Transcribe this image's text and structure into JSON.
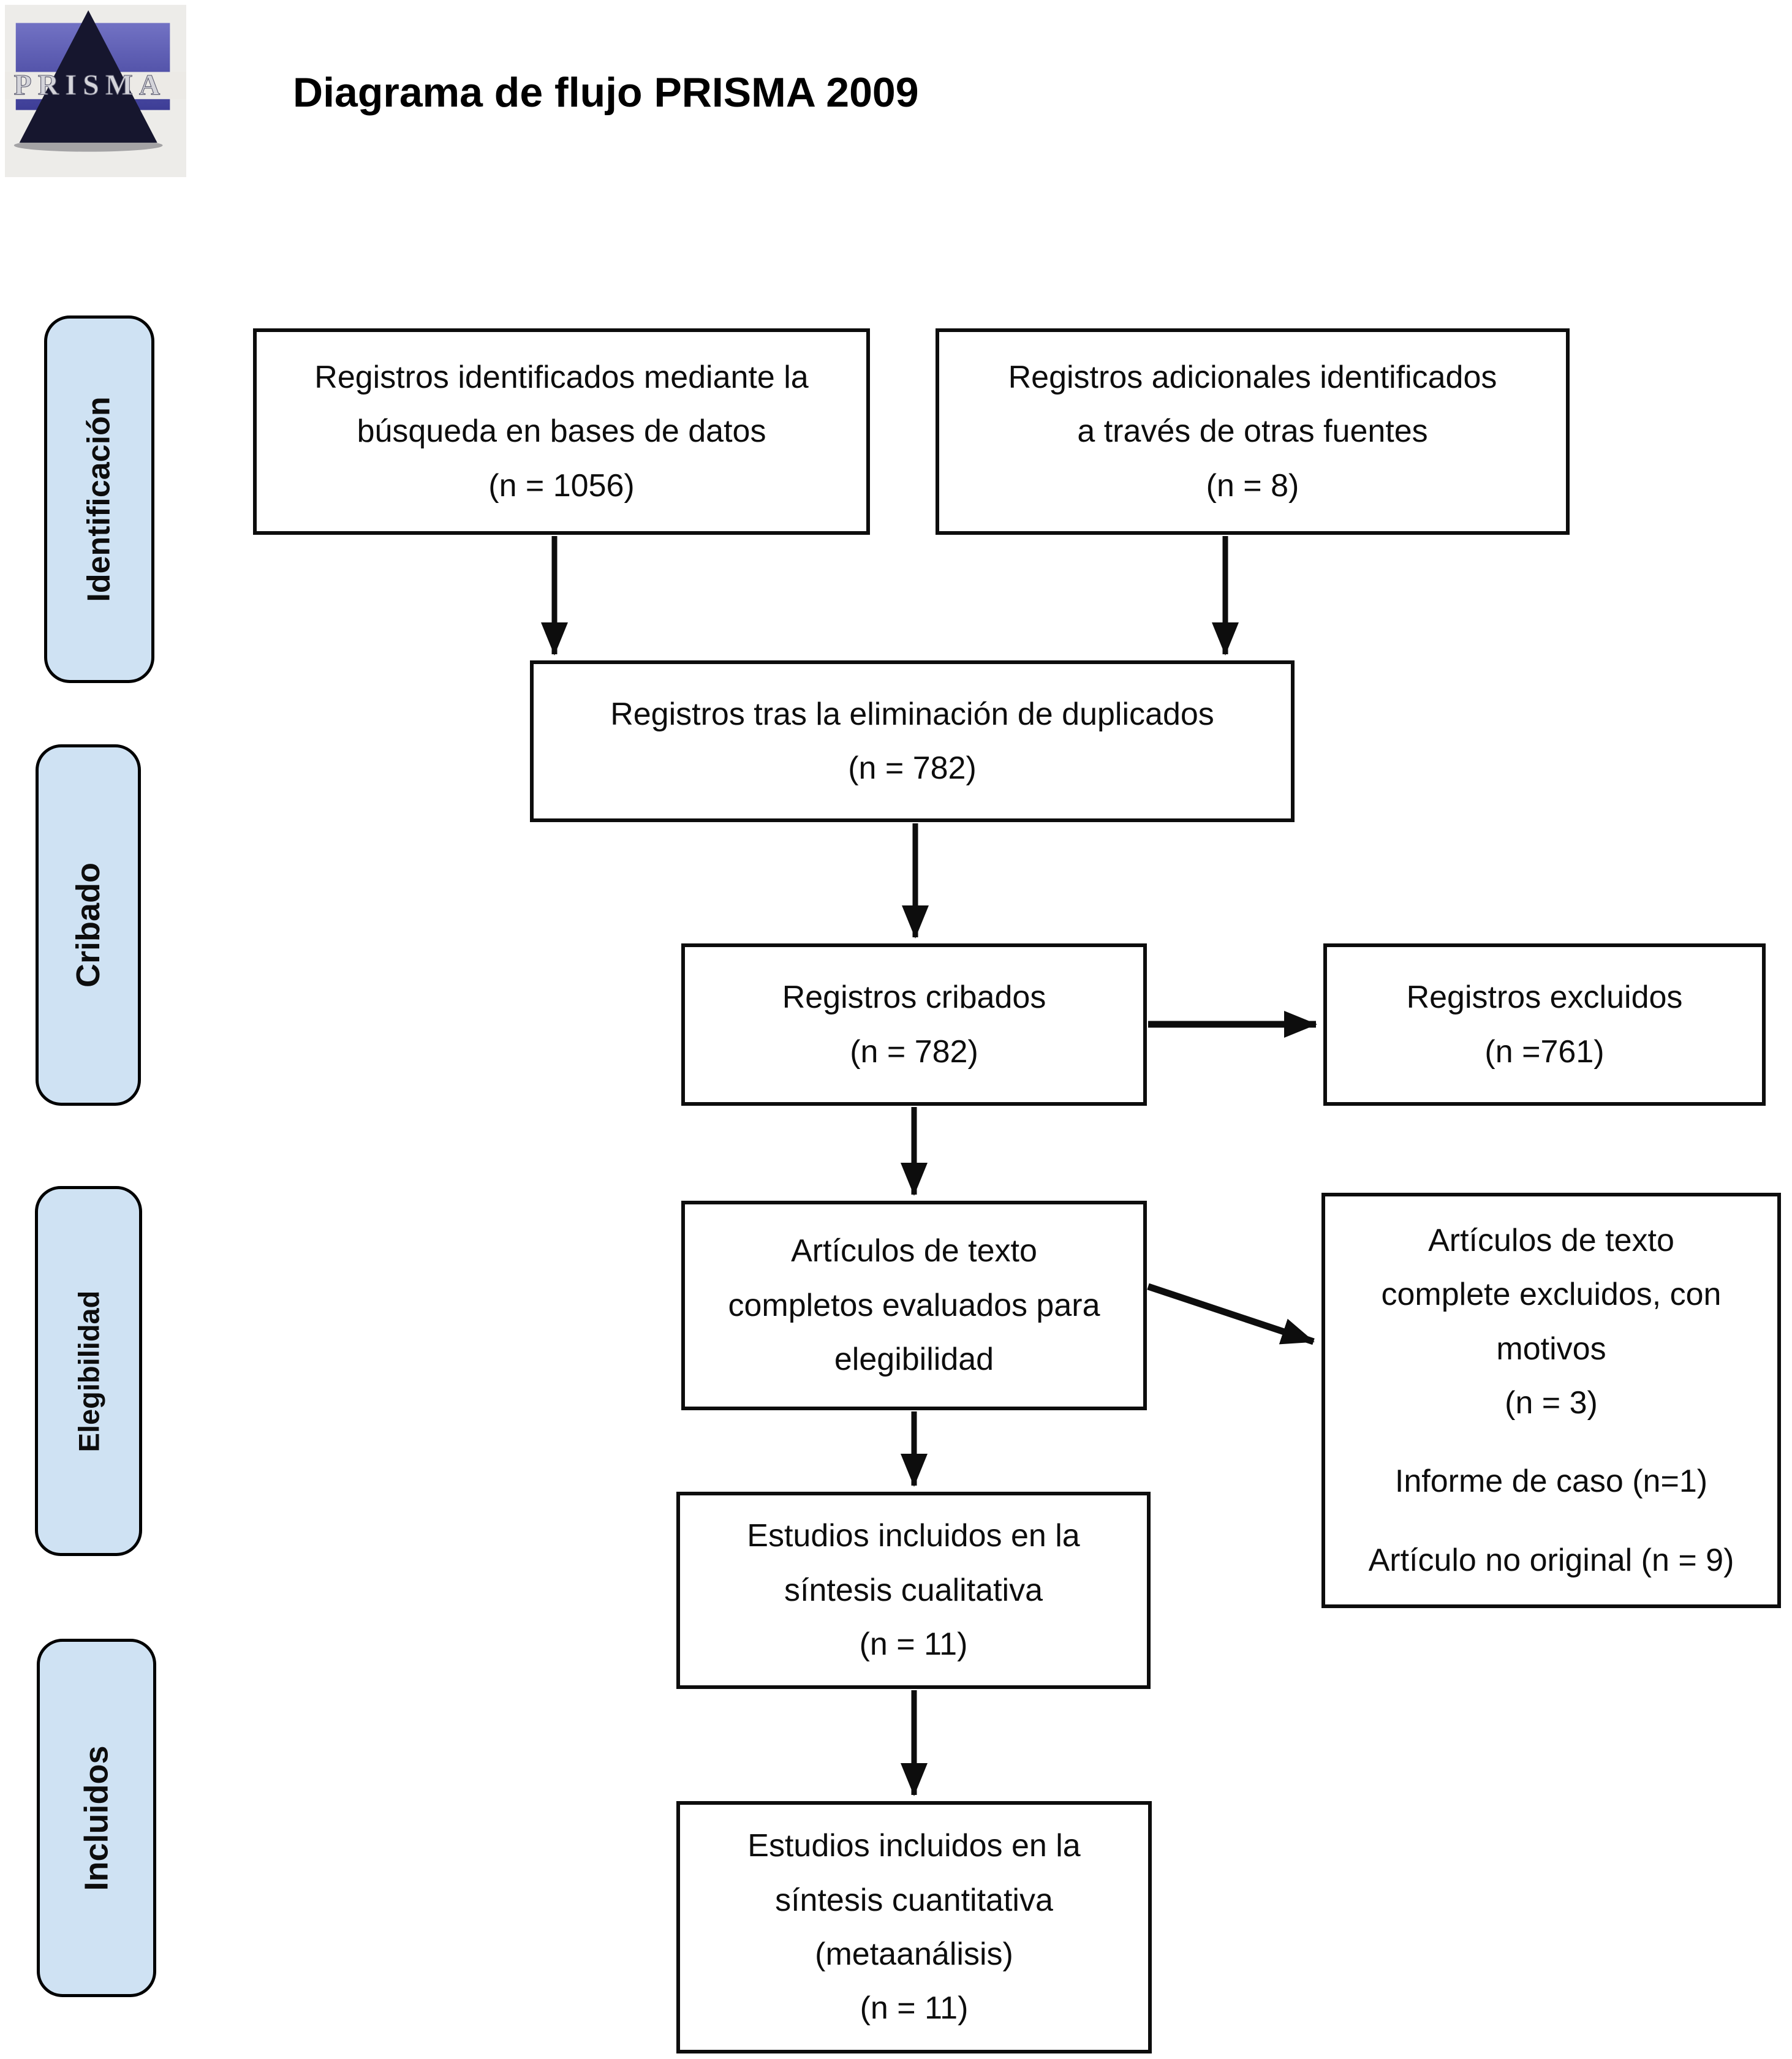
{
  "header": {
    "title": "Diagrama de flujo PRISMA 2009",
    "logo_text": "PRISMA"
  },
  "sidebar": {
    "stages": [
      {
        "label": "Identificación"
      },
      {
        "label": "Cribado"
      },
      {
        "label": "Elegibilidad"
      },
      {
        "label": "Incluidos"
      }
    ]
  },
  "boxes": {
    "identified_db": {
      "lines": [
        "Registros identificados mediante la",
        "búsqueda en bases de datos",
        "(n = 1056)"
      ]
    },
    "identified_other": {
      "lines": [
        "Registros adicionales identificados",
        "a través de otras fuentes",
        "(n = 8)"
      ]
    },
    "after_duplicates": {
      "lines": [
        "Registros tras la eliminación de duplicados",
        "(n = 782)"
      ]
    },
    "screened": {
      "lines": [
        "Registros cribados",
        "(n = 782)"
      ]
    },
    "records_excluded": {
      "lines": [
        "Registros excluidos",
        "(n =761)"
      ]
    },
    "fulltext_assessed": {
      "lines": [
        "Artículos de texto",
        "completos evaluados para",
        "elegibilidad"
      ]
    },
    "fulltext_excluded": {
      "lines": [
        "Artículos de texto",
        "complete excluidos, con",
        "motivos",
        "(n = 3)"
      ],
      "reasons": [
        "Informe de caso (n=1)",
        "Artículo no original (n = 9)"
      ]
    },
    "qualitative_synthesis": {
      "lines": [
        "Estudios incluidos en la",
        "síntesis cualitativa",
        "(n = 11)"
      ]
    },
    "quantitative_synthesis": {
      "lines": [
        "Estudios incluidos en la",
        "síntesis cuantitativa",
        "(metaanálisis)",
        "(n = 11)"
      ]
    }
  },
  "colors": {
    "stage_fill": "#cfe2f3",
    "box_border": "#0d0d0d",
    "arrow": "#0d0d0d",
    "logo_blue_top": "#7272c4",
    "logo_blue_bottom": "#3d3d96",
    "logo_pyramid": "#16162e",
    "logo_background": "#edece9"
  }
}
